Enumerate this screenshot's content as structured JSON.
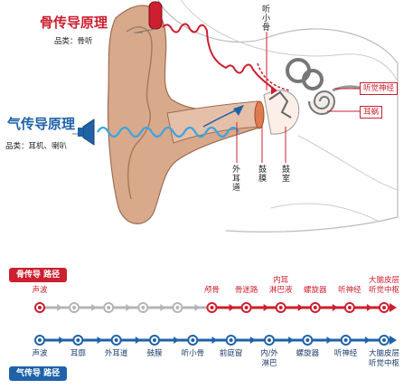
{
  "bone": {
    "title": "骨传导原理",
    "category": "品类：骨听",
    "pathway_label": "骨传导 路径",
    "steps": [
      "声波",
      "",
      "",
      "",
      "",
      "颅骨",
      "骨迷路",
      "内耳\n淋巴液",
      "螺旋器",
      "听神经",
      "大脑皮层\n听觉中枢"
    ],
    "active_from": 5
  },
  "air": {
    "title": "气传导原理",
    "category": "品类：耳机、喇叭",
    "pathway_label": "气传导 路径",
    "steps": [
      "声波",
      "耳廓",
      "外耳道",
      "鼓膜",
      "听小骨",
      "前庭窗",
      "内/外\n淋巴",
      "螺旋器",
      "听神经",
      "大脑皮层\n听觉中枢"
    ]
  },
  "anatomy": {
    "ossicles": "听小骨",
    "auditory_nerve": "听觉神经",
    "cochlea": "耳蜗",
    "ear_canal": "外耳道",
    "eardrum": "鼓膜",
    "tympanic_cavity": "鼓室"
  },
  "colors": {
    "bone": "#cc1f2f",
    "air": "#1f62a8",
    "air_wave": "#3aa5e0",
    "ear_skin": "#d9a98c",
    "inactive": "#b5b5b5"
  }
}
